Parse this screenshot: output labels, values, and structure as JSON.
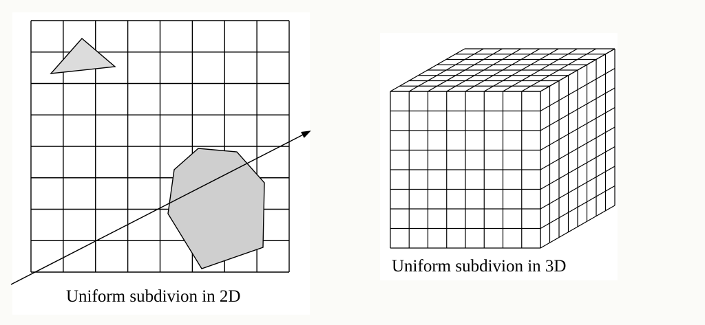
{
  "figure_2d": {
    "caption": "Uniform subdivion in 2D",
    "grid_rows": 8,
    "grid_cols": 8,
    "polygon_fill": "#cfcfcf",
    "triangle_fill": "#dcdcdc",
    "line_color": "#000000"
  },
  "figure_3d": {
    "caption": "Uniform subdivion in 3D",
    "cells_per_side": 8,
    "line_color": "#000000"
  }
}
